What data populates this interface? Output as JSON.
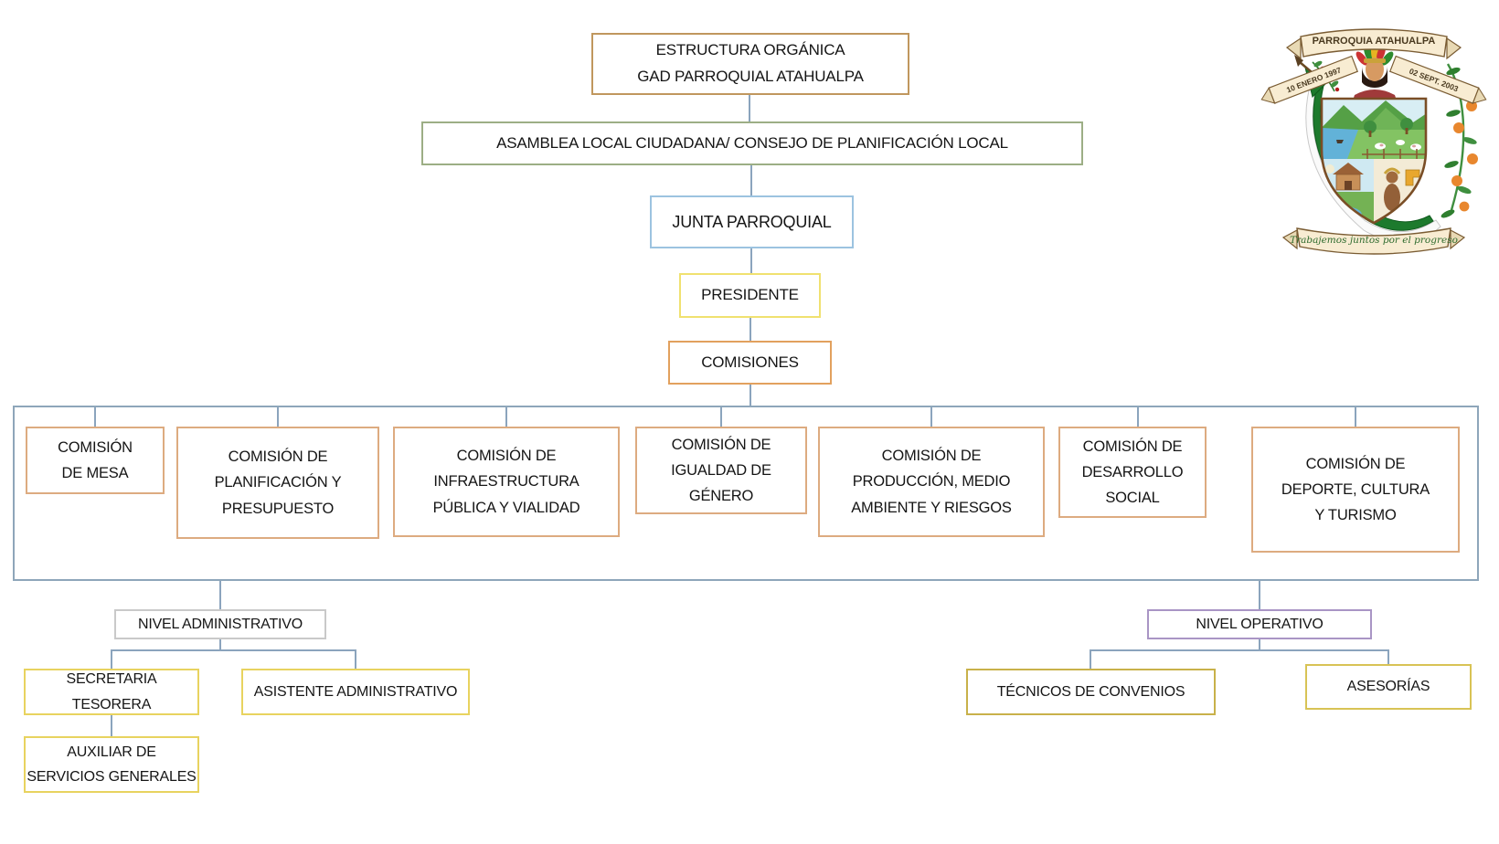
{
  "org": {
    "title": [
      "ESTRUCTURA ORGÁNICA",
      "GAD PARROQUIAL ATAHUALPA"
    ],
    "asamblea": "ASAMBLEA LOCAL CIUDADANA/ CONSEJO DE PLANIFICACIÓN LOCAL",
    "junta": "JUNTA PARROQUIAL",
    "presidente": "PRESIDENTE",
    "comisiones": "COMISIONES",
    "commissions": [
      {
        "label": [
          "COMISIÓN",
          "DE MESA"
        ]
      },
      {
        "label": [
          "COMISIÓN DE",
          "PLANIFICACIÓN Y",
          "PRESUPUESTO"
        ]
      },
      {
        "label": [
          "COMISIÓN DE",
          "INFRAESTRUCTURA",
          "PÚBLICA Y VIALIDAD"
        ]
      },
      {
        "label": [
          "COMISIÓN DE",
          "IGUALDAD DE",
          "GÉNERO"
        ]
      },
      {
        "label": [
          "COMISIÓN DE",
          "PRODUCCIÓN, MEDIO",
          "AMBIENTE Y RIESGOS"
        ]
      },
      {
        "label": [
          "COMISIÓN DE",
          "DESARROLLO",
          "SOCIAL"
        ]
      },
      {
        "label": [
          "COMISIÓN DE",
          "DEPORTE, CULTURA",
          "Y TURISMO"
        ]
      }
    ],
    "administrative": {
      "label": "NIVEL ADMINISTRATIVO",
      "secretaria": "SECRETARIA TESORERA",
      "asistente": "ASISTENTE ADMINISTRATIVO",
      "auxiliar": [
        "AUXILIAR DE",
        "SERVICIOS GENERALES"
      ]
    },
    "operative": {
      "label": "NIVEL OPERATIVO",
      "tecnicos": "TÉCNICOS DE CONVENIOS",
      "asesorias": "ASESORÍAS"
    }
  },
  "crest": {
    "name": "PARROQUIA ATAHUALPA",
    "date_left": "10 ENERO 1997",
    "date_right": "02 SEPT. 2003",
    "motto": "Trabajemos juntos por el progreso"
  },
  "colors": {
    "root_border": "#c0975e",
    "asamblea_border": "#9cae85",
    "junta_border": "#9cc3e0",
    "presidente_border": "#f0e170",
    "comisiones_border": "#e2a15e",
    "commission_border": "#ddab80",
    "container_border": "#8ea6ba",
    "connector": "#8ba4bd",
    "nivel_administrativo_border": "#c9c9c9",
    "nivel_operativo_border": "#a995c5",
    "staff_yellow_border": "#e8d35f",
    "tecnicos_border": "#c8b14a",
    "crest_green": "#1d7a2d",
    "crest_orange": "#e8872e",
    "crest_banner": "#f8ecd2"
  }
}
